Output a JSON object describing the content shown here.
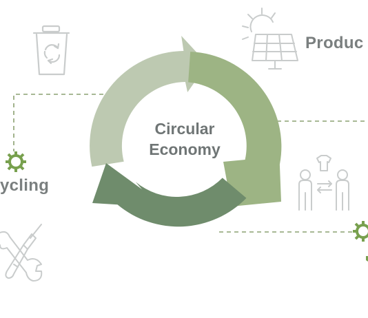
{
  "center": {
    "line1": "Circular",
    "line2": "Economy"
  },
  "labels": {
    "production": "Produc",
    "recycling": "ycling"
  },
  "icons": [
    "trash-bin-recycle-icon",
    "solar-panel-sun-icon",
    "people-exchange-clothing-icon",
    "gear-icon",
    "tools-repair-icon"
  ],
  "colors": {
    "arc_light": "#bdc9b1",
    "arc_medium": "#9db484",
    "arc_dark": "#6f8c6c",
    "icon_stroke": "#c9cccc",
    "dashed_line": "#8aa070",
    "gear": "#78a04e",
    "text": "#757a7a"
  }
}
